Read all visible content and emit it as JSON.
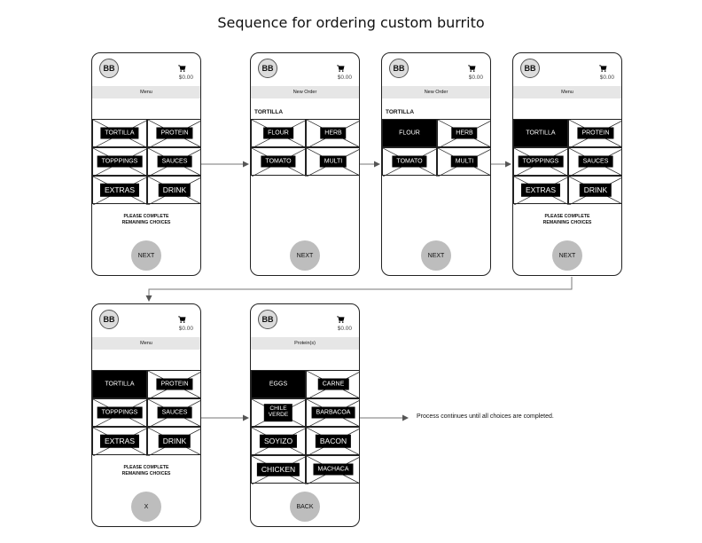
{
  "title": "Sequence for ordering custom burrito",
  "note": "Process continues until all choices are completed.",
  "screens": [
    {
      "avatar": "BB",
      "price": "$0.00",
      "bar": "Menu",
      "section": "",
      "cells": [
        {
          "label": "TORTILLA",
          "selected": false
        },
        {
          "label": "PROTEIN",
          "selected": false
        },
        {
          "label": "TOPPPINGS",
          "selected": false
        },
        {
          "label": "SAUCES",
          "selected": false
        },
        {
          "label": "EXTRAS",
          "selected": false,
          "big": true
        },
        {
          "label": "DRINK",
          "selected": false,
          "big": true
        }
      ],
      "message": "PLEASE COMPLETE\nREMAINING CHOICES",
      "button": "NEXT"
    },
    {
      "avatar": "BB",
      "price": "$0.00",
      "bar": "New Order",
      "section": "TORTILLA",
      "cells": [
        {
          "label": "FLOUR",
          "selected": false
        },
        {
          "label": "HERB",
          "selected": false
        },
        {
          "label": "TOMATO",
          "selected": false
        },
        {
          "label": "MULTI",
          "selected": false
        }
      ],
      "message": "",
      "button": "NEXT"
    },
    {
      "avatar": "BB",
      "price": "$0.00",
      "bar": "New Order",
      "section": "TORTILLA",
      "cells": [
        {
          "label": "FLOUR",
          "selected": true
        },
        {
          "label": "HERB",
          "selected": false
        },
        {
          "label": "TOMATO",
          "selected": false
        },
        {
          "label": "MULTI",
          "selected": false
        }
      ],
      "message": "",
      "button": "NEXT"
    },
    {
      "avatar": "BB",
      "price": "$0.00",
      "bar": "Menu",
      "section": "",
      "cells": [
        {
          "label": "TORTILLA",
          "selected": true
        },
        {
          "label": "PROTEIN",
          "selected": false
        },
        {
          "label": "TOPPPINGS",
          "selected": false
        },
        {
          "label": "SAUCES",
          "selected": false
        },
        {
          "label": "EXTRAS",
          "selected": false,
          "big": true
        },
        {
          "label": "DRINK",
          "selected": false,
          "big": true
        }
      ],
      "message": "PLEASE COMPLETE\nREMAINING CHOICES",
      "button": "NEXT"
    },
    {
      "avatar": "BB",
      "price": "$0.00",
      "bar": "Menu",
      "section": "",
      "cells": [
        {
          "label": "TORTILLA",
          "selected": true
        },
        {
          "label": "PROTEIN",
          "selected": false
        },
        {
          "label": "TOPPPINGS",
          "selected": false
        },
        {
          "label": "SAUCES",
          "selected": false
        },
        {
          "label": "EXTRAS",
          "selected": false,
          "big": true
        },
        {
          "label": "DRINK",
          "selected": false,
          "big": true
        }
      ],
      "message": "PLEASE COMPLETE\nREMAINING CHOICES",
      "button": "X"
    },
    {
      "avatar": "BB",
      "price": "$0.00",
      "bar": "Protein(s)",
      "section": "",
      "cells": [
        {
          "label": "EGGS",
          "selected": true
        },
        {
          "label": "CARNE",
          "selected": false
        },
        {
          "label": "CHILE\nVERDE",
          "selected": false,
          "two": true
        },
        {
          "label": "BARBACOA",
          "selected": false
        },
        {
          "label": "SOYIZO",
          "selected": false,
          "big": true
        },
        {
          "label": "BACON",
          "selected": false,
          "big": true
        },
        {
          "label": "CHICKEN",
          "selected": false,
          "big": true
        },
        {
          "label": "MACHACA",
          "selected": false
        }
      ],
      "message": "",
      "button": "BACK"
    }
  ]
}
